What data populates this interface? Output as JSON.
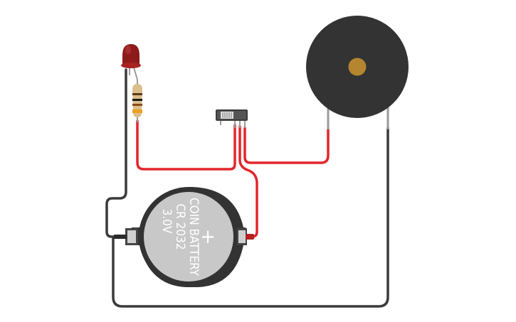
{
  "battery": {
    "line1": "COIN BATTERY",
    "line2": "CR 2032",
    "line3": "3.0V",
    "plus_symbol": "+"
  },
  "colors": {
    "background": "#ffffff",
    "wire_red": "#e3262c",
    "wire_black": "#3a3a3a",
    "buzzer_body": "#333333",
    "buzzer_center": "#b5862f",
    "led_red": "#8e1b1b",
    "battery_holder": "#333333",
    "battery_cell": "#c8c8c8"
  },
  "icons": {
    "led": "led-icon",
    "resistor": "resistor-icon",
    "switch": "slide-switch-icon",
    "buzzer": "piezo-buzzer-icon",
    "battery": "coin-battery-icon"
  }
}
